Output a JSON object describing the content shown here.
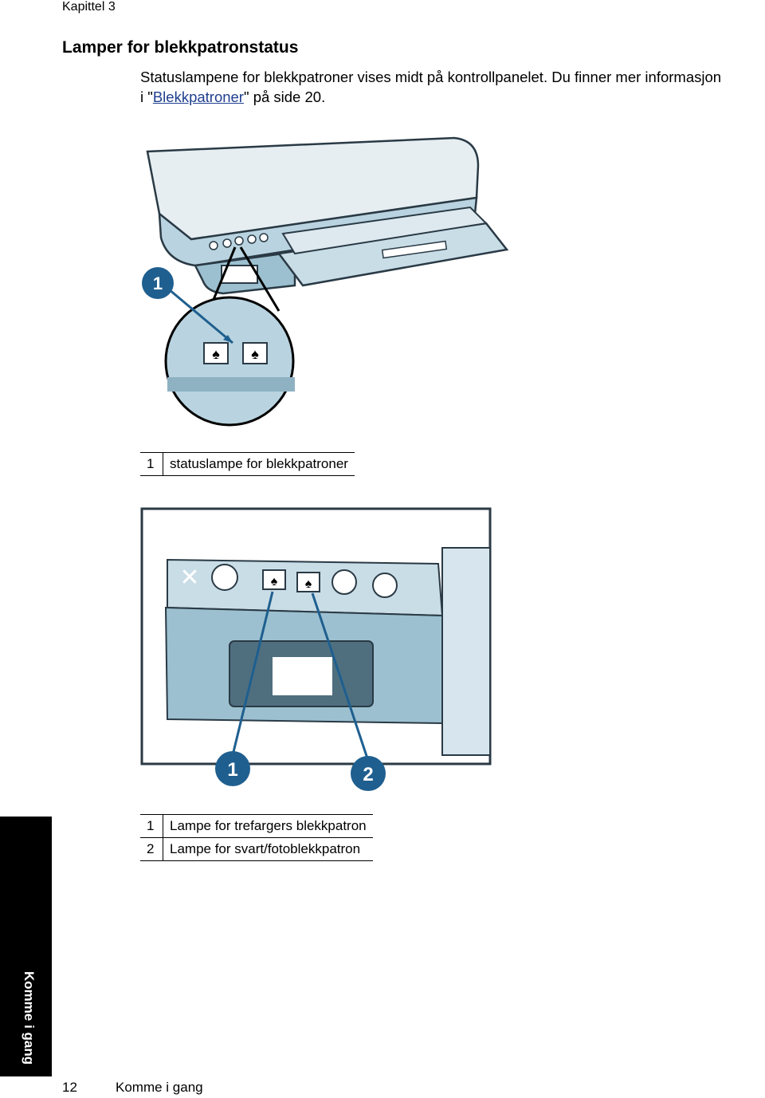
{
  "header": {
    "chapter": "Kapittel 3"
  },
  "section": {
    "title": "Lamper for blekkpatronstatus",
    "intro_line1": "Statuslampene for blekkpatroner vises midt på kontrollpanelet. Du finner mer informasjon",
    "intro_prefix": "i \"",
    "intro_link": "Blekkpatroner",
    "intro_suffix": "\" på side 20."
  },
  "figure1": {
    "callout": "1",
    "legend": [
      {
        "num": "1",
        "text": "statuslampe for blekkpatroner"
      }
    ]
  },
  "figure2": {
    "callouts": [
      "1",
      "2"
    ],
    "legend": [
      {
        "num": "1",
        "text": "Lampe for trefargers blekkpatron"
      },
      {
        "num": "2",
        "text": "Lampe for svart/fotoblekkpatron"
      }
    ]
  },
  "sidetab": {
    "label": "Komme i gang"
  },
  "footer": {
    "page": "12",
    "section": "Komme i gang"
  },
  "colors": {
    "accent": "#1f5f8f",
    "printer_body": "#b9d4e0",
    "link": "#1f3f8f"
  }
}
